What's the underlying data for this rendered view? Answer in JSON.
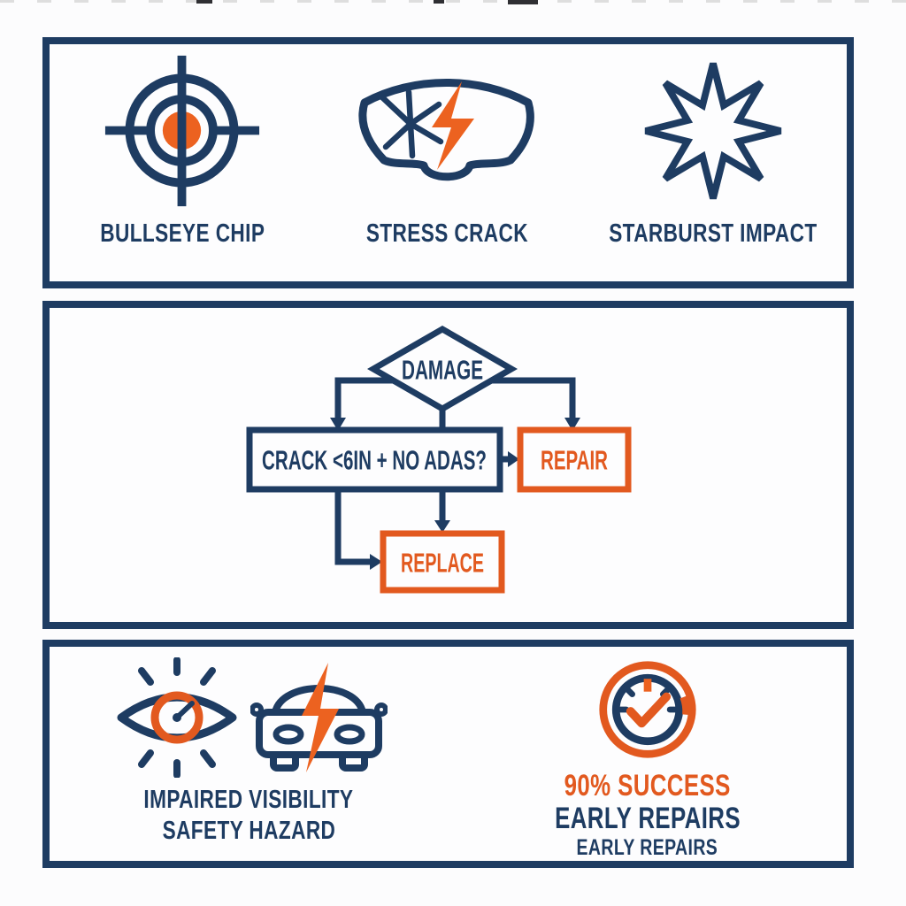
{
  "palette": {
    "navy": "#1e3c62",
    "orange": "#e2591f",
    "background": "#fcfcfd"
  },
  "damage_types": {
    "items": [
      {
        "label": "BULLSEYE CHIP",
        "icon": "bullseye-target"
      },
      {
        "label": "STRESS CRACK",
        "icon": "cracked-windshield-lightning"
      },
      {
        "label": "STARBURST IMPACT",
        "icon": "eight-point-starburst"
      }
    ]
  },
  "flowchart": {
    "decision": "DAMAGE",
    "condition": "CRACK <6IN + NO ADAS?",
    "repair": "REPAIR",
    "replace": "REPLACE"
  },
  "outcomes": {
    "hazard": {
      "line1": "IMPAIRED VISIBILITY",
      "line2": "SAFETY HAZARD"
    },
    "success": {
      "stat": "90% SUCCESS",
      "line1": "EARLY REPAIRS",
      "line2": "EARLY REPAIRS"
    }
  }
}
